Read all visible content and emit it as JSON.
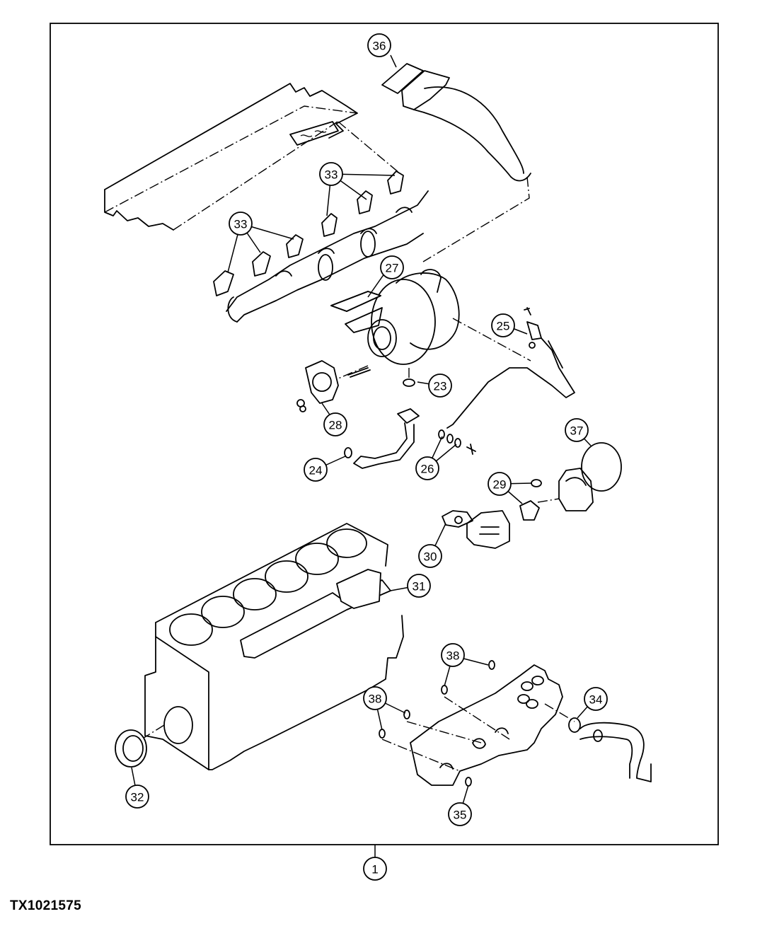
{
  "figure_id": "TX1021575",
  "callouts": {
    "c1": "1",
    "c23": "23",
    "c24": "24",
    "c25": "25",
    "c26": "26",
    "c27": "27",
    "c28": "28",
    "c29": "29",
    "c30": "30",
    "c31": "31",
    "c32": "32",
    "c33a": "33",
    "c33b": "33",
    "c34": "34",
    "c35": "35",
    "c36": "36",
    "c37": "37",
    "c38a": "38",
    "c38b": "38"
  }
}
